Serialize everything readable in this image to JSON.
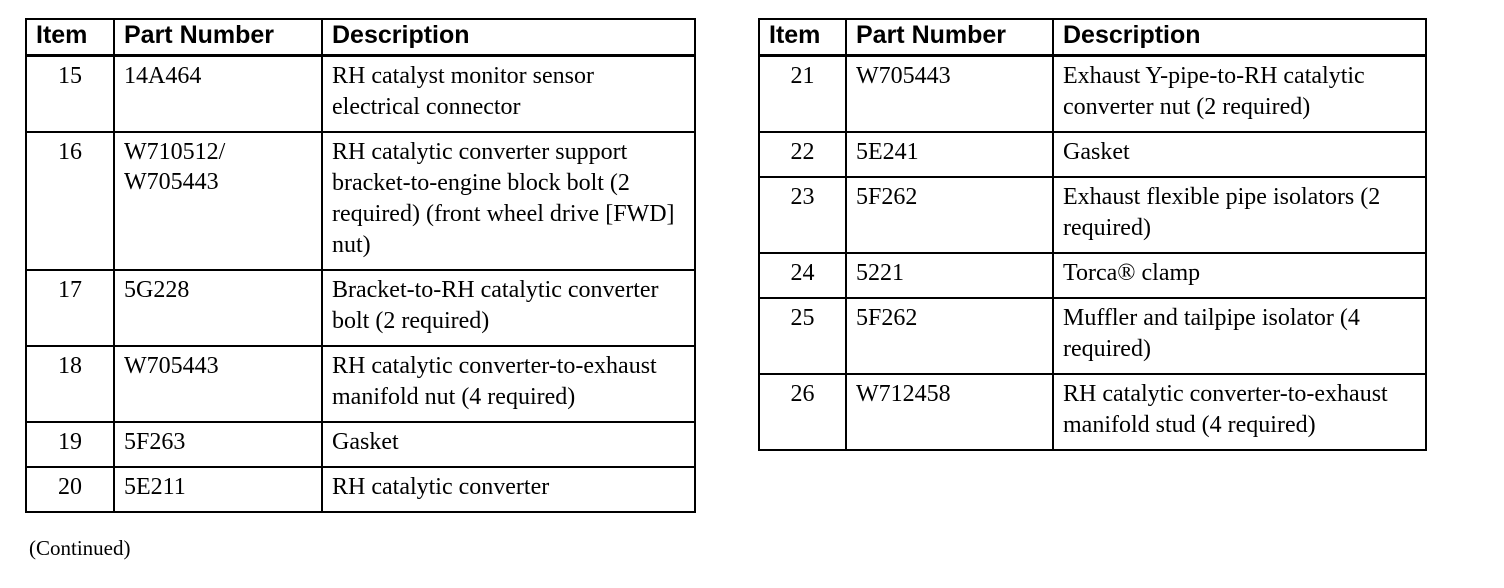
{
  "document": {
    "continued_note": "(Continued)"
  },
  "tables": [
    {
      "id": "left",
      "columns": [
        "Item",
        "Part Number",
        "Description"
      ],
      "rows": [
        {
          "item": "15",
          "part_number": "14A464",
          "description": "RH catalyst monitor sensor electrical connector"
        },
        {
          "item": "16",
          "part_number": "W710512/\nW705443",
          "description": "RH catalytic converter support bracket-to-engine block bolt (2 required) (front wheel drive [FWD] nut)"
        },
        {
          "item": "17",
          "part_number": "5G228",
          "description": "Bracket-to-RH catalytic converter bolt (2 required)"
        },
        {
          "item": "18",
          "part_number": "W705443",
          "description": "RH catalytic converter-to-exhaust manifold nut (4 required)"
        },
        {
          "item": "19",
          "part_number": "5F263",
          "description": "Gasket"
        },
        {
          "item": "20",
          "part_number": "5E211",
          "description": "RH catalytic converter"
        }
      ]
    },
    {
      "id": "right",
      "columns": [
        "Item",
        "Part Number",
        "Description"
      ],
      "rows": [
        {
          "item": "21",
          "part_number": "W705443",
          "description": "Exhaust Y-pipe-to-RH catalytic converter nut (2 required)"
        },
        {
          "item": "22",
          "part_number": "5E241",
          "description": "Gasket"
        },
        {
          "item": "23",
          "part_number": "5F262",
          "description": "Exhaust flexible pipe isolators (2 required)"
        },
        {
          "item": "24",
          "part_number": "5221",
          "description": "Torca® clamp"
        },
        {
          "item": "25",
          "part_number": "5F262",
          "description": "Muffler and tailpipe isolator (4 required)"
        },
        {
          "item": "26",
          "part_number": "W712458",
          "description": "RH catalytic converter-to-exhaust manifold stud (4 required)"
        }
      ]
    }
  ],
  "colors": {
    "text": "#000000",
    "background": "#ffffff",
    "border": "#000000"
  }
}
